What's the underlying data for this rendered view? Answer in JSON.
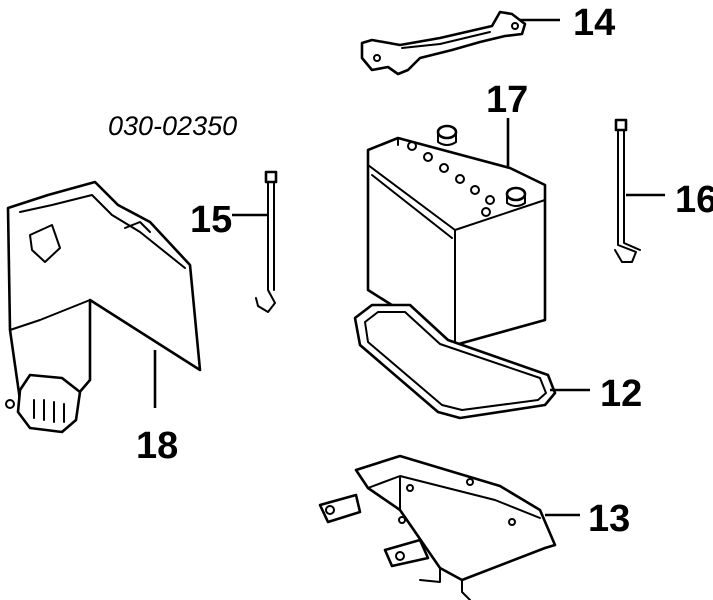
{
  "diagram": {
    "code": "030-02350",
    "callouts": {
      "c12": "12",
      "c13": "13",
      "c14": "14",
      "c15": "15",
      "c16": "16",
      "c17": "17",
      "c18": "18"
    },
    "parts": {
      "p12": "battery-tray-liner",
      "p13": "battery-carrier",
      "p14": "battery-clamp",
      "p15": "hold-down-bolt-left",
      "p16": "hold-down-bolt-right",
      "p17": "battery",
      "p18": "battery-insulator-cover"
    }
  }
}
